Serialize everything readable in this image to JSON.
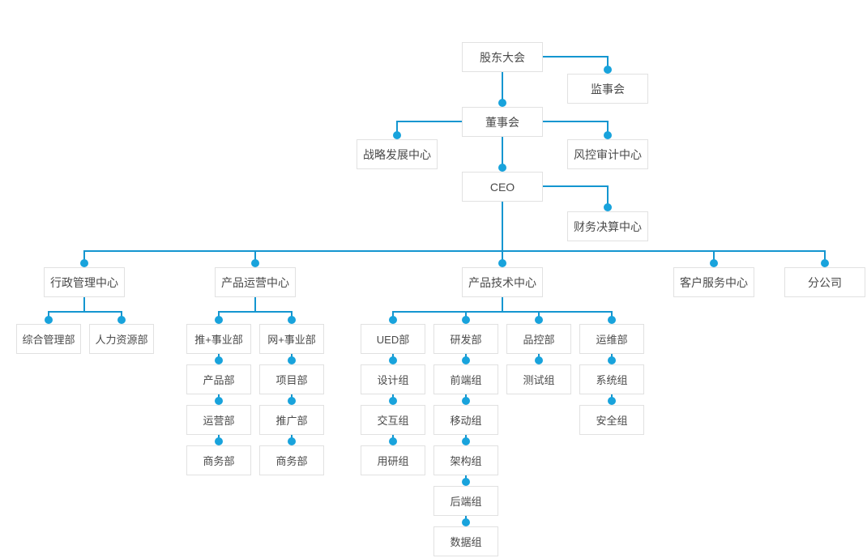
{
  "colors": {
    "line": "#1496d0",
    "dot": "#18a3dc",
    "node_border": "#e1e1e1",
    "node_text": "#4a4a4a",
    "background": "#ffffff"
  },
  "nodes": {
    "shareholders": "股东大会",
    "supervisory": "监事会",
    "board": "董事会",
    "strategy": "战略发展中心",
    "risk_audit": "风控审计中心",
    "ceo": "CEO",
    "finance": "财务决算中心",
    "admin_center": "行政管理中心",
    "product_ops_center": "产品运营中心",
    "product_tech_center": "产品技术中心",
    "customer_service_center": "客户服务中心",
    "branch": "分公司",
    "general_mgmt": "综合管理部",
    "hr": "人力资源部",
    "tui_bu": "推+事业部",
    "wang_bu": "网+事业部",
    "ued": "UED部",
    "rd": "研发部",
    "qc": "品控部",
    "ops_dept": "运维部",
    "product_dept": "产品部",
    "project_dept": "项目部",
    "design_team": "设计组",
    "frontend_team": "前端组",
    "testing_team": "测试组",
    "system_team": "系统组",
    "operation_dept": "运营部",
    "promotion_dept": "推广部",
    "interaction_team": "交互组",
    "mobile_team": "移动组",
    "security_team": "安全组",
    "business_dept_tui": "商务部",
    "business_dept_wang": "商务部",
    "user_research_team": "用研组",
    "architecture_team": "架构组",
    "backend_team": "后端组",
    "data_team": "数据组"
  },
  "edges": [
    [
      "shareholders",
      "supervisory"
    ],
    [
      "shareholders",
      "board"
    ],
    [
      "board",
      "strategy"
    ],
    [
      "board",
      "risk_audit"
    ],
    [
      "board",
      "ceo"
    ],
    [
      "ceo",
      "finance"
    ],
    [
      "ceo",
      "admin_center"
    ],
    [
      "ceo",
      "product_ops_center"
    ],
    [
      "ceo",
      "product_tech_center"
    ],
    [
      "ceo",
      "customer_service_center"
    ],
    [
      "ceo",
      "branch"
    ],
    [
      "admin_center",
      "general_mgmt"
    ],
    [
      "admin_center",
      "hr"
    ],
    [
      "product_ops_center",
      "tui_bu"
    ],
    [
      "product_ops_center",
      "wang_bu"
    ],
    [
      "tui_bu",
      "product_dept"
    ],
    [
      "product_dept",
      "operation_dept"
    ],
    [
      "operation_dept",
      "business_dept_tui"
    ],
    [
      "wang_bu",
      "project_dept"
    ],
    [
      "project_dept",
      "promotion_dept"
    ],
    [
      "promotion_dept",
      "business_dept_wang"
    ],
    [
      "product_tech_center",
      "ued"
    ],
    [
      "product_tech_center",
      "rd"
    ],
    [
      "product_tech_center",
      "qc"
    ],
    [
      "product_tech_center",
      "ops_dept"
    ],
    [
      "ued",
      "design_team"
    ],
    [
      "design_team",
      "interaction_team"
    ],
    [
      "interaction_team",
      "user_research_team"
    ],
    [
      "rd",
      "frontend_team"
    ],
    [
      "frontend_team",
      "mobile_team"
    ],
    [
      "mobile_team",
      "architecture_team"
    ],
    [
      "architecture_team",
      "backend_team"
    ],
    [
      "backend_team",
      "data_team"
    ],
    [
      "qc",
      "testing_team"
    ],
    [
      "ops_dept",
      "system_team"
    ],
    [
      "system_team",
      "security_team"
    ]
  ]
}
